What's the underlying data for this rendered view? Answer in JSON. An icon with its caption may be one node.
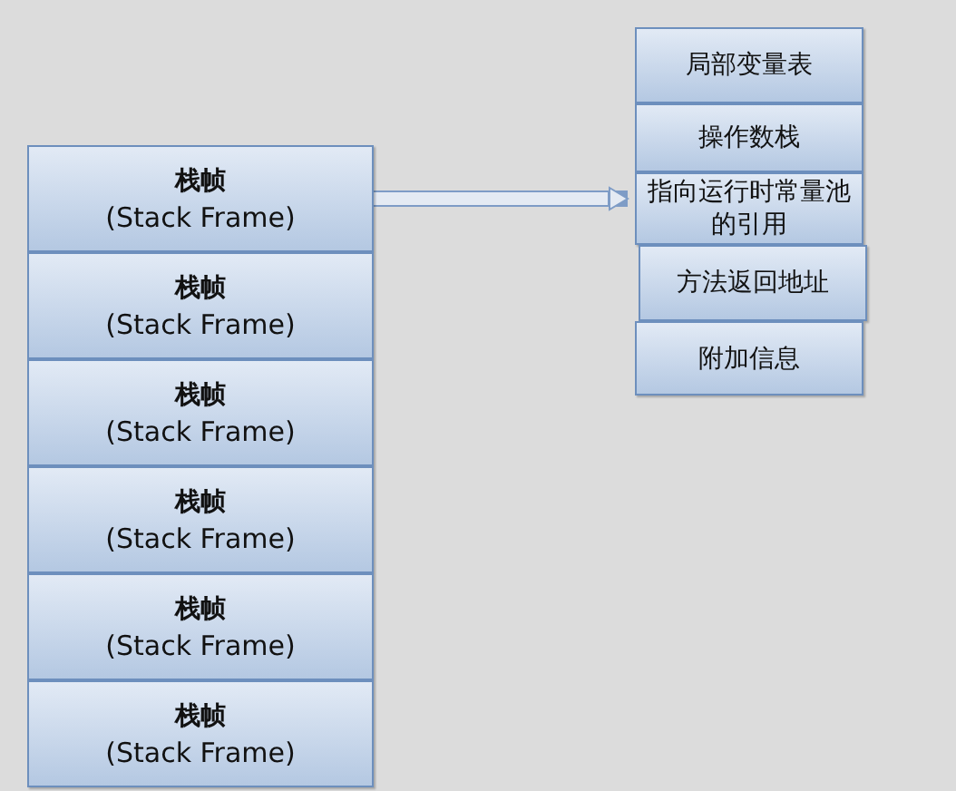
{
  "diagram": {
    "nodes": [
      {
        "text": [
          "栈帧",
          "(Stack Frame)"
        ]
      },
      {
        "text": [
          "栈帧",
          "(Stack Frame)"
        ]
      },
      {
        "text": [
          "栈帧",
          "(Stack Frame)"
        ]
      },
      {
        "text": [
          "栈帧",
          "(Stack Frame)"
        ]
      },
      {
        "text": [
          "栈帧",
          "(Stack Frame)"
        ]
      },
      {
        "text": [
          "栈帧",
          "(Stack Frame)"
        ]
      },
      {
        "text": [
          "局部变量表"
        ]
      },
      {
        "text": [
          "操作数栈"
        ]
      },
      {
        "text": [
          "指向运行时常量池的引用"
        ]
      },
      {
        "text": [
          "方法返回地址"
        ]
      },
      {
        "text": [
          "附加信息"
        ]
      }
    ],
    "edges": [
      {
        "from": 0,
        "to": 8,
        "arrow": "to"
      }
    ]
  }
}
